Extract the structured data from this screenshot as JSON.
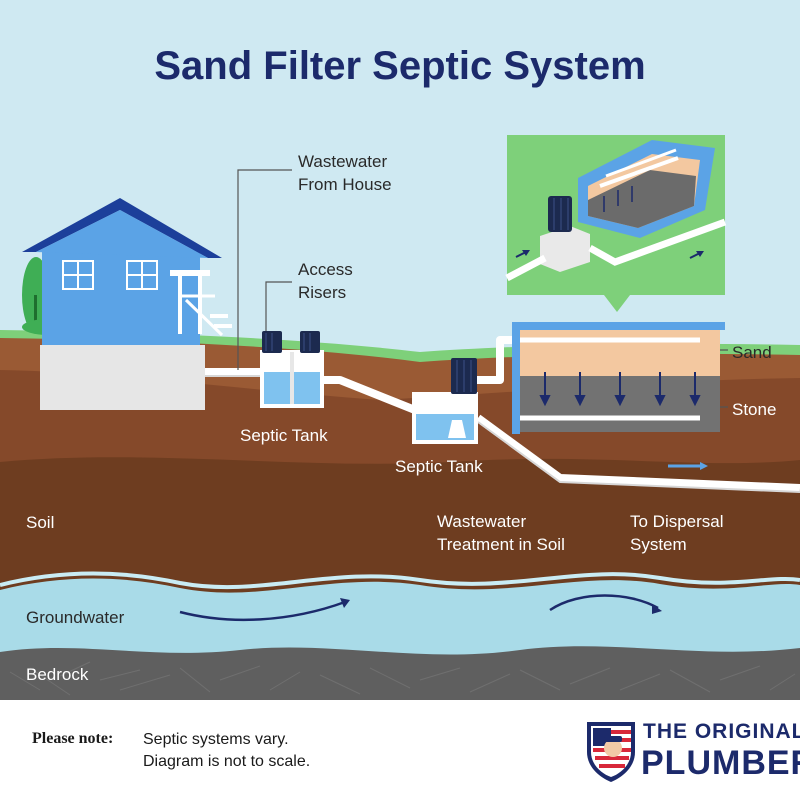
{
  "title": "Sand Filter Septic System",
  "labels": {
    "wastewater_from_house": [
      "Wastewater",
      "From House"
    ],
    "access_risers": [
      "Access",
      "Risers"
    ],
    "septic_tank_1": "Septic Tank",
    "septic_tank_2": "Septic Tank",
    "sand": "Sand",
    "stone": "Stone",
    "soil": "Soil",
    "wastewater_treatment": [
      "Wastewater",
      "Treatment in Soil"
    ],
    "to_dispersal": [
      "To Dispersal",
      "System"
    ],
    "groundwater": "Groundwater",
    "bedrock": "Bedrock"
  },
  "note": {
    "heading": "Please note",
    "lines": [
      "Septic systems vary.",
      "Diagram is not to scale."
    ]
  },
  "brand": {
    "line1": "THE ORIGINAL",
    "line2": "PLUMBER"
  },
  "colors": {
    "sky": "#cfe9f2",
    "title": "#1c2a6b",
    "grass": "#7ed07a",
    "soil_top": "#9a5a34",
    "soil_deep": "#6e3d20",
    "groundwater": "#a9dbe8",
    "bedrock": "#5f5f5f",
    "sand": "#f3c8a0",
    "stone": "#6b6b6b",
    "house": "#5ba3e6",
    "riser": "#1c2a4f",
    "water": "#7fc2ef"
  },
  "icons": [
    "house-icon",
    "tree-icon",
    "septic-tank-icon",
    "access-riser-icon",
    "flow-arrow-icon",
    "shield-logo-icon"
  ]
}
